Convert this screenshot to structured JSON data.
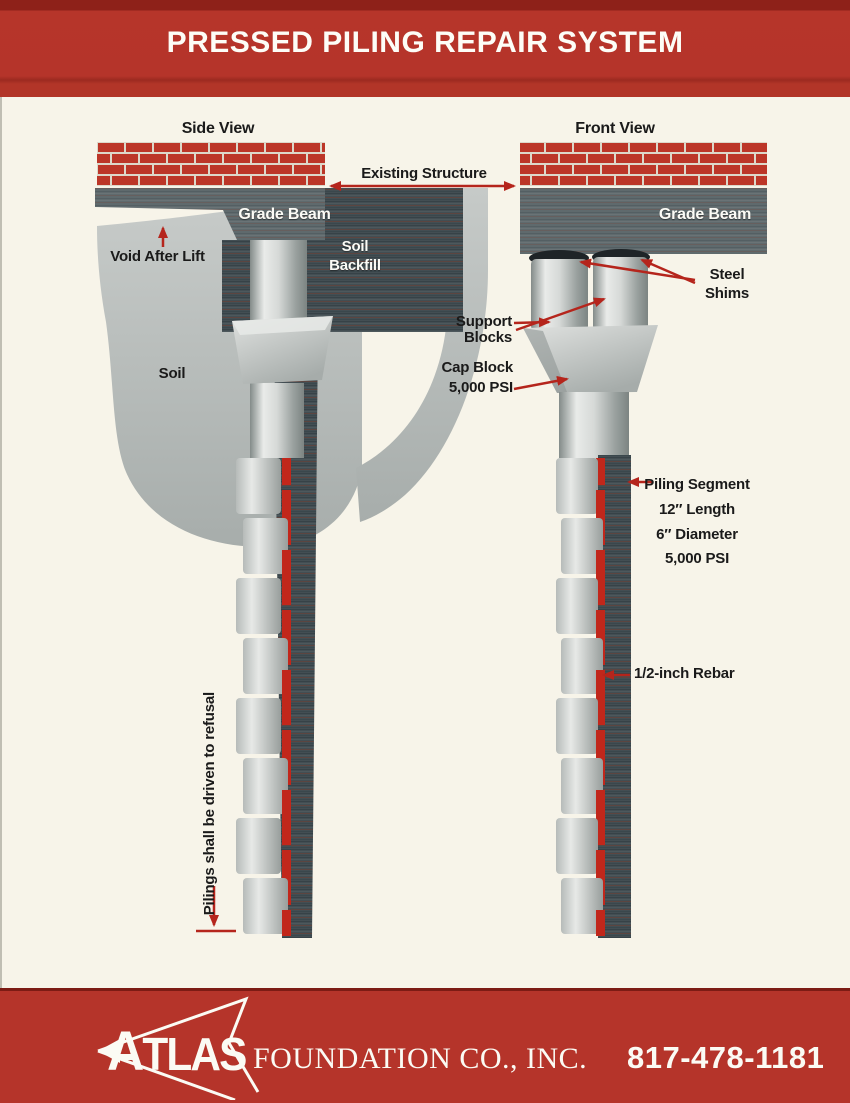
{
  "page": {
    "title": "PRESSED PILING REPAIR SYSTEM"
  },
  "shared": {
    "existing_structure": "Existing Structure"
  },
  "side_view": {
    "title": "Side View",
    "labels": {
      "grade_beam": "Grade Beam",
      "soil_backfill_line1": "Soil",
      "soil_backfill_line2": "Backfill",
      "void_after_lift": "Void After Lift",
      "soil": "Soil",
      "refusal_note": "Pilings shall be driven to refusal"
    }
  },
  "front_view": {
    "title": "Front View",
    "labels": {
      "grade_beam": "Grade Beam",
      "steel_shims_line1": "Steel",
      "steel_shims_line2": "Shims",
      "support_blocks": "Support Blocks",
      "cap_block_line1": "Cap Block",
      "cap_block_line2": "5,000 PSI",
      "piling_segment_line1": "Piling Segment",
      "piling_segment_line2": "12″ Length",
      "piling_segment_line3": "6″ Diameter",
      "piling_segment_line4": "5,000 PSI",
      "rebar": "1/2-inch Rebar"
    }
  },
  "footer": {
    "logo_text": "ATLAS",
    "company": "FOUNDATION CO., INC.",
    "phone": "817-478-1181"
  },
  "colors": {
    "band_red": "#b5342a",
    "brick_red": "#bc3628",
    "arrow_red": "#b5251c",
    "rebar_red": "#c1271b",
    "soil_dark": "#434e53",
    "beam_gray": "#5f6a6d",
    "paper_cream": "#f7f4e9"
  }
}
